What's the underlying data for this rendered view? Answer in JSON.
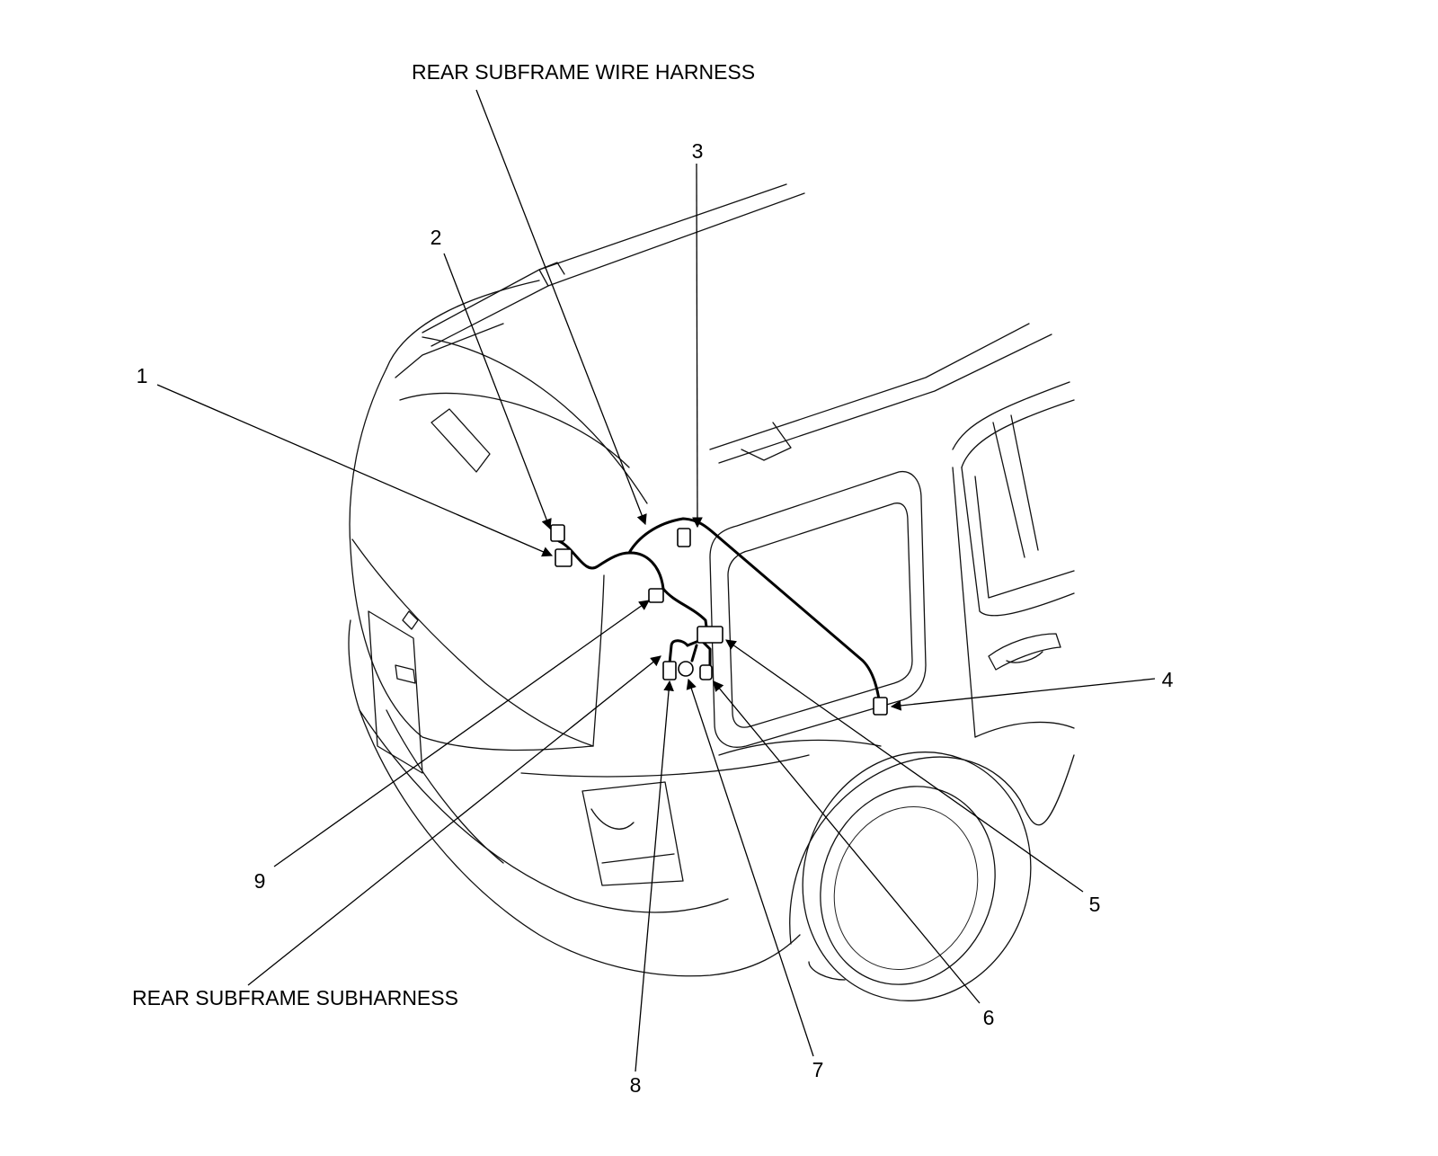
{
  "labels": {
    "rear_subframe_wire_harness": "REAR SUBFRAME WIRE HARNESS",
    "rear_subframe_subharness": "REAR SUBFRAME SUBHARNESS"
  },
  "callouts": [
    "1",
    "2",
    "3",
    "4",
    "5",
    "6",
    "7",
    "8",
    "9"
  ],
  "colors": {
    "line": "#000000",
    "background": "#ffffff"
  }
}
